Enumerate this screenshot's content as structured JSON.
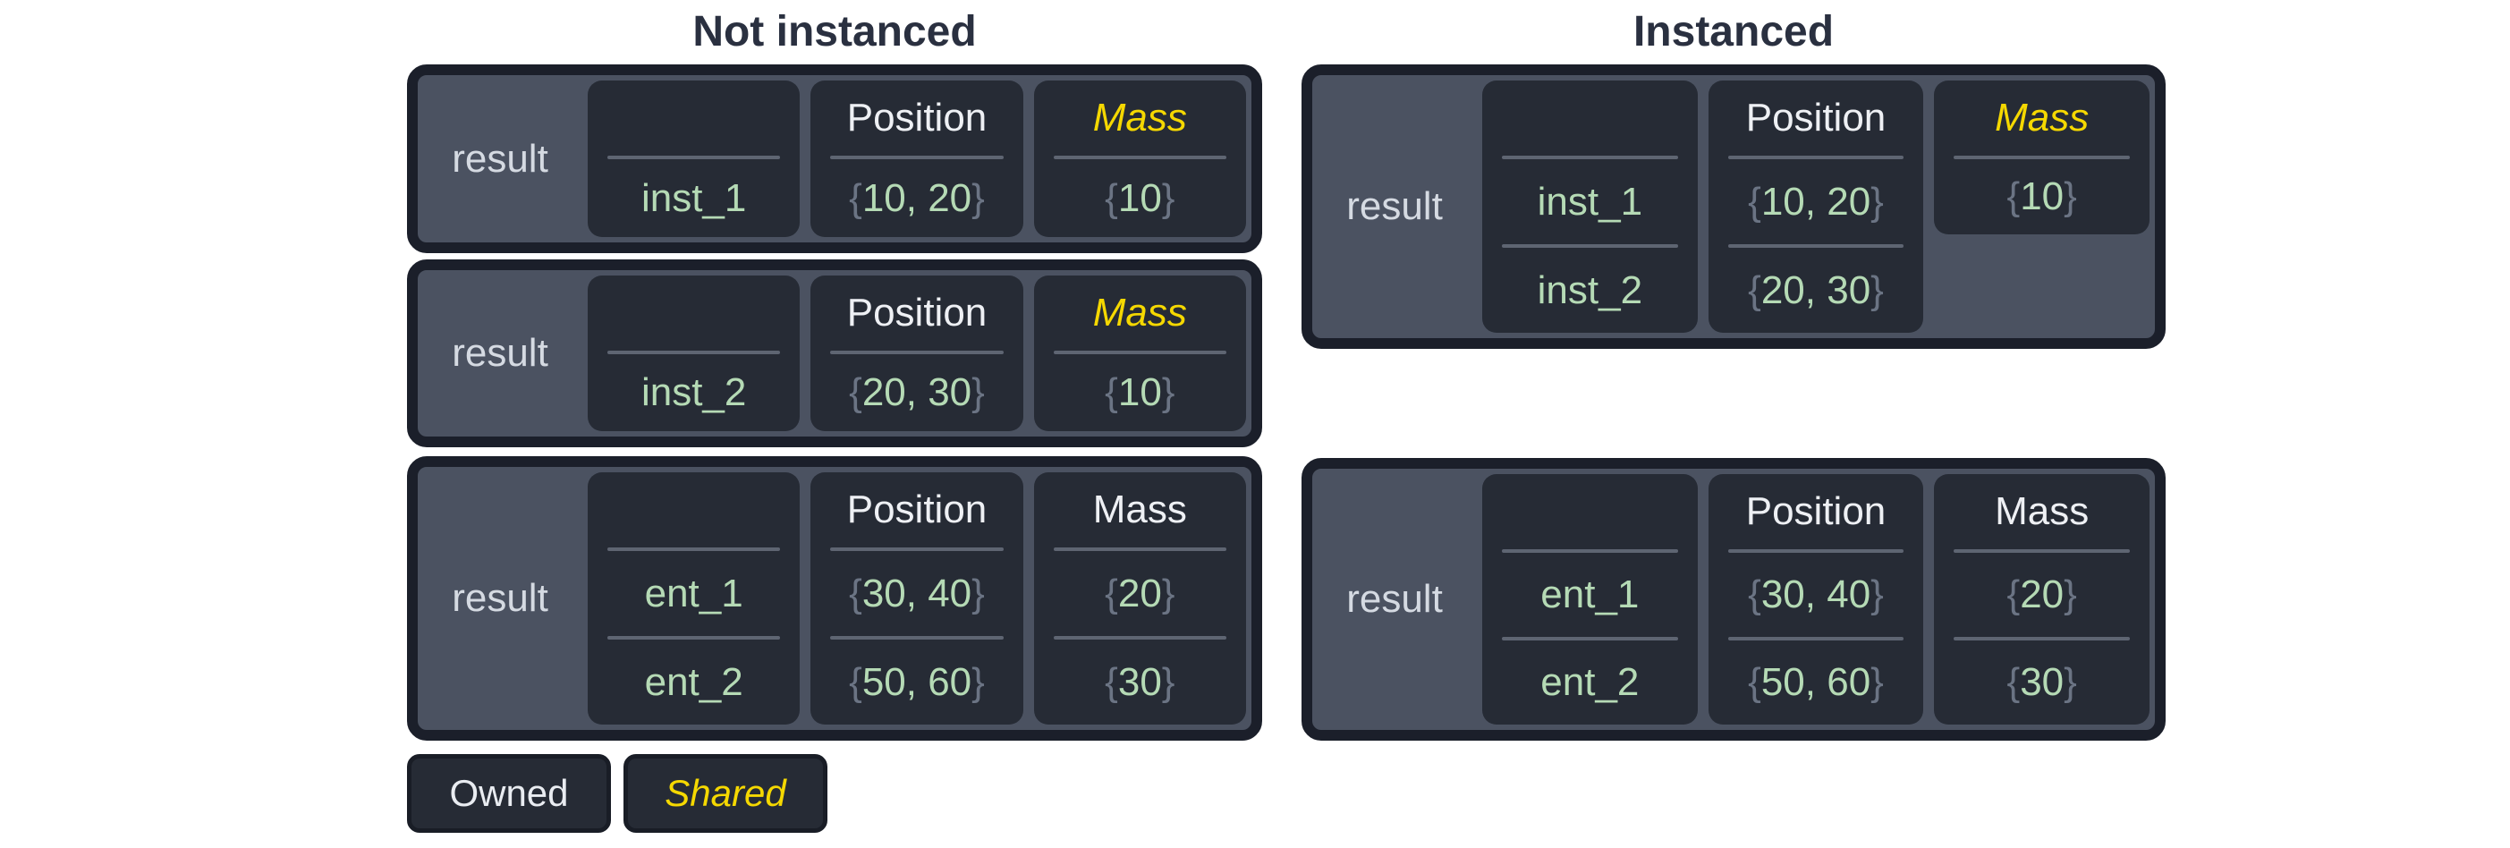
{
  "titles": {
    "not_instanced": "Not instanced",
    "instanced": "Instanced"
  },
  "headers": {
    "position": "Position",
    "mass": "Mass"
  },
  "punct": {
    "open": "{",
    "close": "}"
  },
  "boxes": {
    "ni_inst1": {
      "label": "result",
      "entity": "inst_1",
      "position": "10, 20",
      "mass": "10"
    },
    "ni_inst2": {
      "label": "result",
      "entity": "inst_2",
      "position": "20, 30",
      "mass": "10"
    },
    "ni_ent": {
      "label": "result",
      "entity1": "ent_1",
      "entity2": "ent_2",
      "position1": "30, 40",
      "position2": "50, 60",
      "mass1": "20",
      "mass2": "30"
    },
    "inst": {
      "label": "result",
      "entity1": "inst_1",
      "entity2": "inst_2",
      "position1": "10, 20",
      "position2": "20, 30",
      "mass": "10"
    },
    "i_ent": {
      "label": "result",
      "entity1": "ent_1",
      "entity2": "ent_2",
      "position1": "30, 40",
      "position2": "50, 60",
      "mass1": "20",
      "mass2": "30"
    }
  },
  "legend": {
    "owned": "Owned",
    "shared": "Shared"
  },
  "colors": {
    "page_bg": "#ffffff",
    "title_text": "#2a3040",
    "box_border": "#1b1f2a",
    "box_fill": "#4b5261",
    "cell_fill": "#262b35",
    "divider": "#5e6572",
    "header_text": "#eef0f4",
    "result_text": "#d5dae2",
    "value_green": "#b5dab5",
    "brace_gray": "#6b7484",
    "shared_yellow": "#f5d801"
  }
}
